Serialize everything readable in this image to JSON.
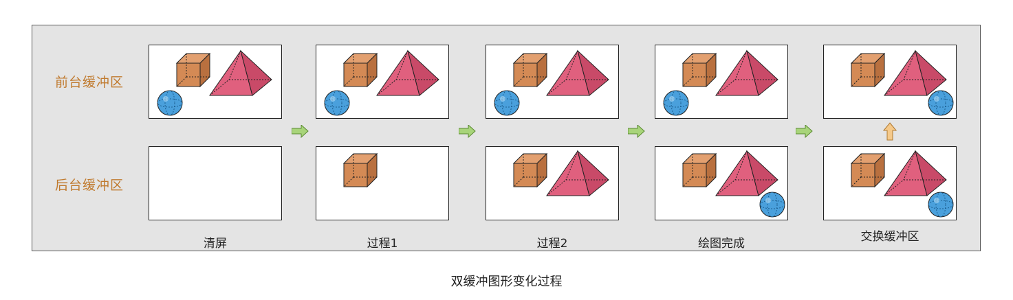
{
  "rows": {
    "front_label": "前台缓冲区",
    "back_label": "后台缓冲区"
  },
  "steps": [
    {
      "label": "清屏"
    },
    {
      "label": "过程1"
    },
    {
      "label": "过程2"
    },
    {
      "label": "绘图完成"
    },
    {
      "label": "交换缓冲区"
    }
  ],
  "caption": "双缓冲图形变化过程",
  "colors": {
    "cube": "#d48a55",
    "pyramid": "#e0607e",
    "sphere": "#4aa0dc",
    "label_orange": "#c07a2e",
    "arrow_green": "#a8d47a",
    "arrow_orange": "#f5c98a"
  }
}
